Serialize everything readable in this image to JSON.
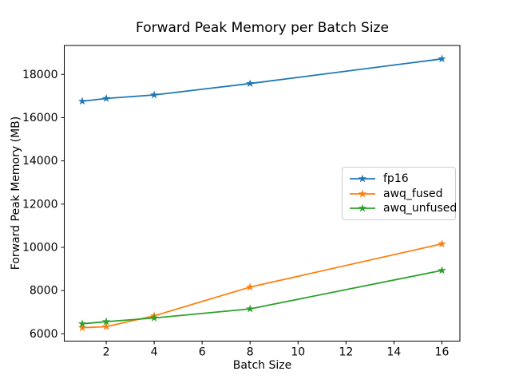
{
  "chart_data": {
    "type": "line",
    "title": "Forward Peak Memory per Batch Size",
    "xlabel": "Batch Size",
    "ylabel": "Forward Peak Memory (MB)",
    "x": [
      1,
      2,
      4,
      8,
      16
    ],
    "series": [
      {
        "name": "fp16",
        "color": "#1f77b4",
        "values": [
          16760,
          16890,
          17050,
          17580,
          18720
        ]
      },
      {
        "name": "awq_fused",
        "color": "#ff7f0e",
        "values": [
          6280,
          6330,
          6830,
          8160,
          10160
        ]
      },
      {
        "name": "awq_unfused",
        "color": "#2ca02c",
        "values": [
          6460,
          6560,
          6730,
          7150,
          8930
        ]
      }
    ],
    "xticks": [
      2,
      4,
      6,
      8,
      10,
      12,
      14,
      16
    ],
    "yticks": [
      6000,
      8000,
      10000,
      12000,
      14000,
      16000,
      18000
    ],
    "xlim": [
      0.25,
      16.75
    ],
    "ylim": [
      5660,
      19340
    ],
    "marker": "star",
    "grid": false,
    "legend_position": "center right",
    "background_color": "#ffffff",
    "axis_color": "#000000",
    "legend_border_color": "#cccccc"
  }
}
